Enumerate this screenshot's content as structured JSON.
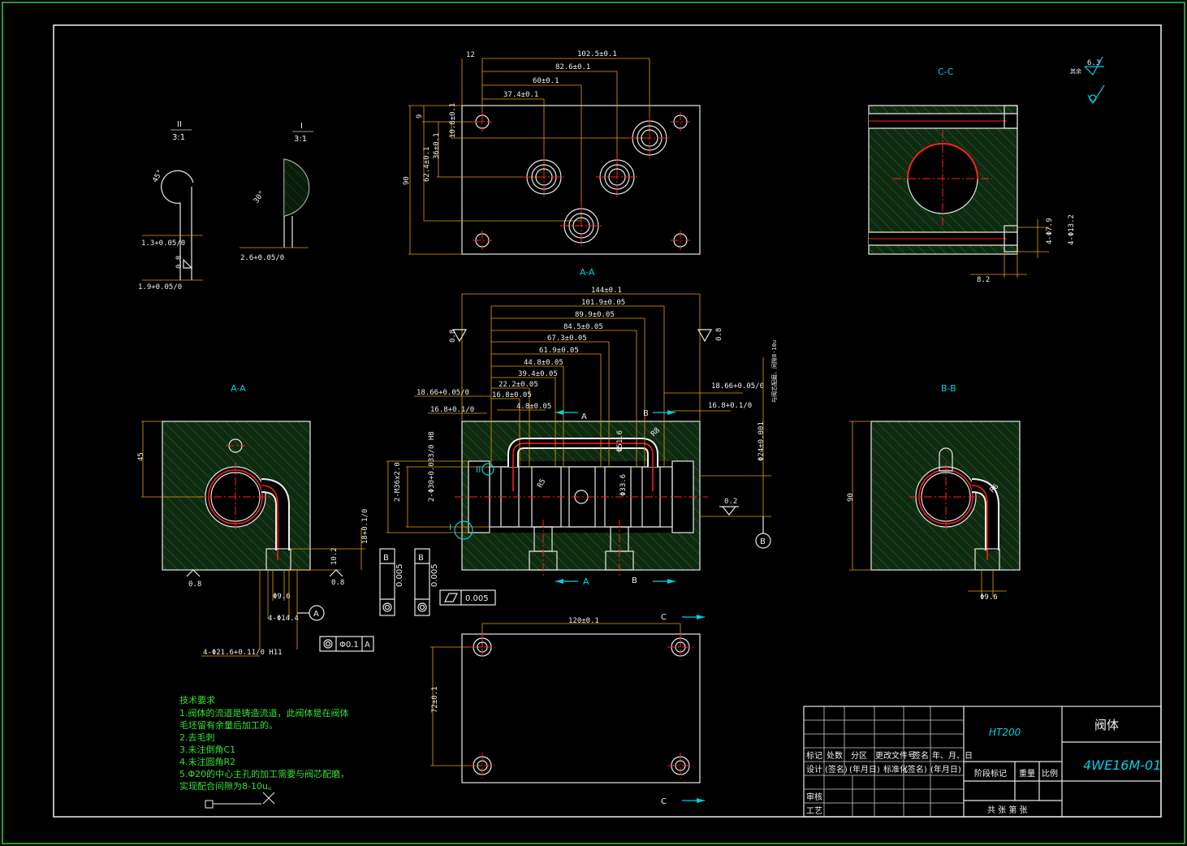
{
  "titleblock": {
    "material": "HT200",
    "part_name": "阀体",
    "drawing_no": "4WE16M-01",
    "row1": [
      "标记",
      "处数",
      "分区",
      "更改文件号",
      "签名",
      "年、月、日"
    ],
    "row2": [
      "设计",
      "(签名)",
      "(年月日)",
      "标准化",
      "(签名)",
      "(年月日)"
    ],
    "stage_label": "阶段标记",
    "weight_label": "重量",
    "scale_label": "比例",
    "review": "审核",
    "process": "工艺",
    "sheets": "共  张  第  张"
  },
  "notes": {
    "heading": "技术要求",
    "lines": [
      "1.阀体的流道是铸造流道，此阀体是在阀体",
      "毛坯留有余量后加工的。",
      "2.去毛刺",
      "3.未注倒角C1",
      "4.未注圆角R2",
      "5.Φ20的中心主孔的加工需要与阀芯配磨，",
      "实现配合间隙为8-10u。"
    ]
  },
  "views": {
    "detail2": {
      "title": "II",
      "scale": "3:1",
      "d1": "1.3+0.05/0",
      "d2": "1.9+0.05/0",
      "d3": "0.8",
      "ang": "45°"
    },
    "detail1": {
      "title": "I",
      "scale": "3:1",
      "d1": "2.6+0.05/0",
      "ang": "30°"
    },
    "top": {
      "d1": "12",
      "d2": "102.5±0.1",
      "d3": "82.6±0.1",
      "d4": "60±0.1",
      "d5": "37.4±0.1",
      "d6": "9",
      "d7": "10.8±0.1",
      "d8": "36±0.1",
      "d9": "62.4±0.1",
      "d10": "90"
    },
    "cc": {
      "title": "C-C",
      "d1": "4-Φ7.9",
      "d2": "4-Φ13.2",
      "d3": "8.2"
    },
    "aa_main": {
      "title": "A-A"
    },
    "section_main": {
      "d144": "144±0.1",
      "d101": "101.9±0.05",
      "d89": "89.9±0.05",
      "d84": "84.5±0.05",
      "d67": "67.3±0.05",
      "d61": "61.9±0.05",
      "d44": "44.8±0.05",
      "d39": "39.4±0.05",
      "d22": "22.2±0.05",
      "d16": "16.8±0.05",
      "d48": "4.8±0.05",
      "l1866": "18.66+0.05/0",
      "l168": "16.8+0.1/0",
      "r1866": "18.66+0.05/0",
      "r168": "16.8+0.1/0",
      "m36": "2-M36x2.0",
      "phi30": "2-Φ30+0.033/0 H8",
      "phi24": "Φ24±0.001",
      "phi51": "Φ51.6",
      "phi33": "Φ33.6",
      "r8": "R8",
      "r5": "R5",
      "ra08a": "0.8",
      "ra08b": "0.8",
      "ra02": "0.2",
      "note_r": "与阀芯配磨，间隙8-10u",
      "tol1": "0.005",
      "tol2": "0.005",
      "tol3": "0.005",
      "datum_b": "B",
      "label_a": "A",
      "label_b": "B",
      "label_i": "I",
      "label_ii": "II"
    },
    "aa_left": {
      "title": "A-A",
      "d45": "45",
      "d18": "18+0.1/0",
      "d102": "10.2",
      "d96": "Φ9.6",
      "d144": "4-Φ14.4",
      "d216": "4-Φ21.6+0.11/0 H11",
      "ra1": "0.8",
      "ra2": "0.8",
      "tol": "Φ0.1",
      "datum": "A"
    },
    "bb": {
      "title": "B-B",
      "d90": "90",
      "r6": "R6",
      "d96": "Φ9.6"
    },
    "bottom": {
      "d120": "120±0.1",
      "d72": "72±0.1",
      "c": "C"
    },
    "rough": {
      "value": "6.3",
      "note": "其余"
    }
  }
}
